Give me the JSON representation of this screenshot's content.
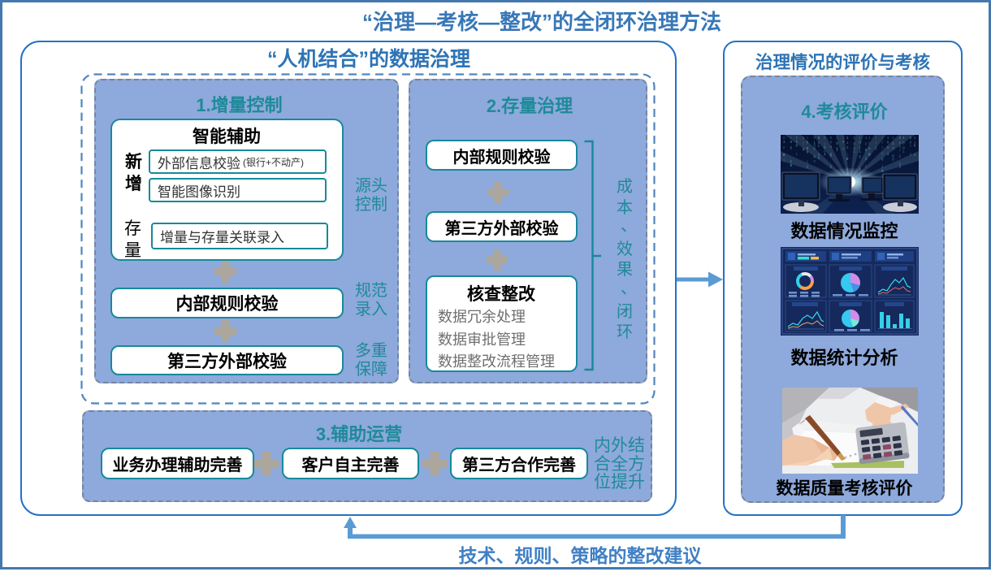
{
  "page": {
    "title": "“治理—考核—整改”的全闭环治理方法",
    "feedback_label": "技术、规则、策略的整改建议"
  },
  "left_section": {
    "title": "“人机结合”的数据治理",
    "panel1": {
      "title": "1.增量控制",
      "smart_box": {
        "title": "智能辅助",
        "row_label_new": "新增",
        "row_label_stock": "存量",
        "item1_label": "外部信息校验",
        "item1_note": "(银行+不动产)",
        "item2_label": "智能图像识别",
        "item3_label": "增量与存量关联录入"
      },
      "box1": "内部规则校验",
      "box2": "第三方外部校验",
      "side_label1": "源头控制",
      "side_label2": "规范录入",
      "side_label3": "多重保障"
    },
    "panel2": {
      "title": "2.存量治理",
      "box1": "内部规则校验",
      "box2": "第三方外部校验",
      "check_box": {
        "title": "核查整改",
        "item1": "数据冗余处理",
        "item2": "数据审批管理",
        "item3": "数据整改流程管理"
      },
      "bracket_label": "成本、效果、闭环"
    },
    "panel3": {
      "title": "3.辅助运营",
      "box1": "业务办理辅助完善",
      "box2": "客户自主完善",
      "box3": "第三方合作完善",
      "side_label": "内外结合全方位提升"
    }
  },
  "right_section": {
    "title": "治理情况的评价与考核",
    "panel_title": "4.考核评价",
    "caption1": "数据情况监控",
    "caption2": "数据统计分析",
    "caption3": "数据质量考核评价"
  },
  "icons": {
    "plus": "plus-connector",
    "flow_arrow": "right-arrow",
    "feedback_arrow": "up-arrow"
  },
  "colors": {
    "panel_fill": "#8EA9DB",
    "teal": "#17899B",
    "steel_blue_title": "#2E74B5",
    "light_blue_connector": "#5B9BD5",
    "box_border_blue": "#2472C4",
    "outer_border": "#4478AE",
    "plus_gray": "#A8A29A",
    "bottom_label_blue": "#4080C4"
  }
}
